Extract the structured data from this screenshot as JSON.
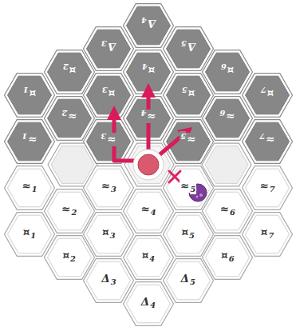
{
  "diagram": {
    "nodes": [
      {
        "text": [
          "Δ",
          "4"
        ]
      },
      {
        "text": [
          "Δ",
          "3"
        ]
      },
      {
        "text": [
          "Δ",
          "5"
        ]
      },
      {
        "text": [
          "¤",
          "2"
        ]
      },
      {
        "text": [
          "¤",
          "4"
        ]
      },
      {
        "text": [
          "¤",
          "6"
        ]
      },
      {
        "text": [
          "¤",
          "1"
        ]
      },
      {
        "text": [
          "¤",
          "3"
        ]
      },
      {
        "text": [
          "¤",
          "5"
        ]
      },
      {
        "text": [
          "¤",
          "7"
        ]
      },
      {
        "text": [
          "≈",
          "2"
        ]
      },
      {
        "text": [
          "≈",
          "4"
        ]
      },
      {
        "text": [
          "≈",
          "6"
        ]
      },
      {
        "text": [
          "≈",
          "1"
        ]
      },
      {
        "text": [
          "≈",
          "3"
        ]
      },
      {
        "text": [
          "≈",
          "5"
        ]
      },
      {
        "text": [
          "≈",
          "7"
        ]
      },
      {
        "text": [
          "≈",
          "1"
        ]
      },
      {
        "text": [
          "≈",
          "3"
        ]
      },
      {
        "text": [
          "≈",
          "5"
        ]
      },
      {
        "text": [
          "≈",
          "7"
        ]
      },
      {
        "text": [
          "≈",
          "2"
        ]
      },
      {
        "text": [
          "≈",
          "4"
        ]
      },
      {
        "text": [
          "≈",
          "6"
        ]
      },
      {
        "text": [
          "¤",
          "1"
        ]
      },
      {
        "text": [
          "¤",
          "3"
        ]
      },
      {
        "text": [
          "¤",
          "5"
        ]
      },
      {
        "text": [
          "¤",
          "7"
        ]
      },
      {
        "text": [
          "¤",
          "2"
        ]
      },
      {
        "text": [
          "¤",
          "4"
        ]
      },
      {
        "text": [
          "¤",
          "6"
        ]
      },
      {
        "text": [
          "Δ",
          "3"
        ]
      },
      {
        "text": [
          "Δ",
          "5"
        ]
      },
      {
        "text": [
          "Δ",
          "4"
        ]
      }
    ]
  }
}
